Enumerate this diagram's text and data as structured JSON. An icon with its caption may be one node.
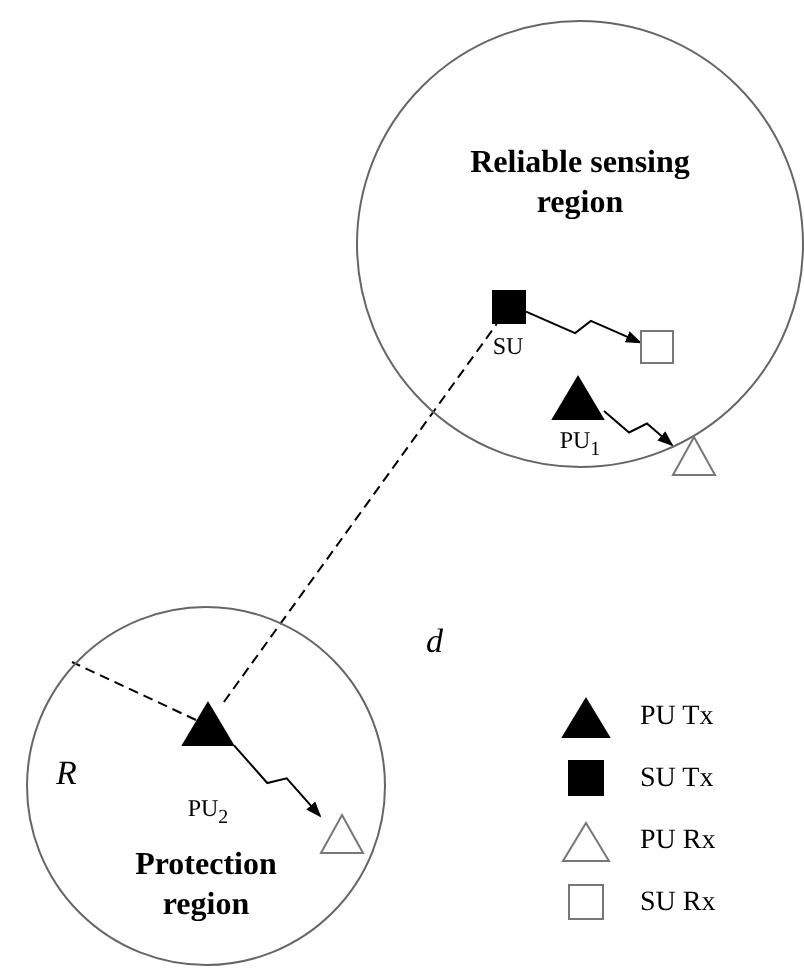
{
  "diagram": {
    "nodes": [
      {
        "text": [
          "Reliable sensing region"
        ]
      },
      {
        "text": [],
        "shape": "box",
        "beside": [
          "SU"
        ],
        "in": 0
      },
      {
        "text": [],
        "shape": "box",
        "in": 0
      },
      {
        "text": [],
        "shape": "triangle",
        "beside": [
          "PU$_{1}$"
        ],
        "in": 0
      },
      {
        "text": [],
        "shape": "triangle",
        "in": 0
      },
      {
        "text": [
          "Protection region"
        ]
      },
      {
        "text": [],
        "shape": "triangle",
        "beside": [
          "PU$_{2}$"
        ],
        "in": 5
      },
      {
        "text": [],
        "shape": "triangle",
        "in": 5
      }
    ],
    "edges": [
      {
        "from": 1,
        "to": 2,
        "arrow": "to"
      },
      {
        "from": 3,
        "to": 4,
        "arrow": "to"
      },
      {
        "from": 6,
        "to": 7,
        "arrow": "to"
      },
      {
        "from": 6,
        "to": 1,
        "arrow": "none",
        "style": "dashed",
        "label": "d"
      }
    ],
    "labels": [
      "R"
    ],
    "legend": [
      {
        "text": "PU Tx"
      },
      {
        "text": "SU Tx"
      },
      {
        "text": "PU Rx"
      },
      {
        "text": "SU Rx"
      }
    ]
  }
}
